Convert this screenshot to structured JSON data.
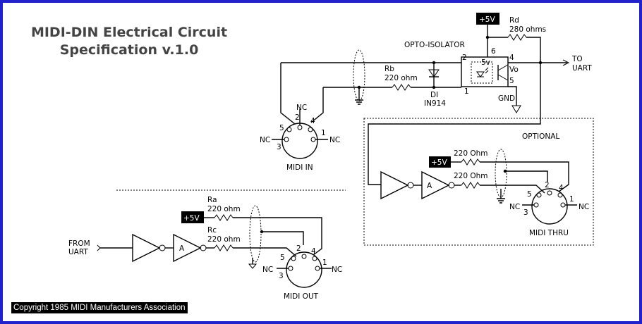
{
  "title": {
    "line1": "MIDI-DIN Electrical Circuit",
    "line2": "Specification v.1.0"
  },
  "copyright": "Copyright 1985 MIDI Manufacturers Association",
  "labels": {
    "plus5v": "+5V",
    "opto_isolator": "OPTO-ISOLATOR",
    "opto_5v": "5v",
    "opto_vo": "Vo",
    "gnd": "GND",
    "rd_name": "Rd",
    "rd_value": "280 ohms",
    "rb_name": "Rb",
    "rb_value": "220 ohm",
    "di_name": "DI",
    "di_part": "IN914",
    "to_uart_1": "TO",
    "to_uart_2": "UART",
    "from_uart_1": "FROM",
    "from_uart_2": "UART",
    "optional": "OPTIONAL",
    "ra_name": "Ra",
    "ra_value": "220 ohm",
    "rc_name": "Rc",
    "rc_value": "220 ohm",
    "thru_r1": "220 Ohm",
    "thru_r2": "220 Ohm",
    "buffer_a": "A",
    "nc": "NC",
    "midi_in": "MIDI IN",
    "midi_out": "MIDI OUT",
    "midi_thru": "MIDI THRU"
  },
  "pins": {
    "p1": "1",
    "p2": "2",
    "p3": "3",
    "p4": "4",
    "p5": "5",
    "p6": "6"
  }
}
